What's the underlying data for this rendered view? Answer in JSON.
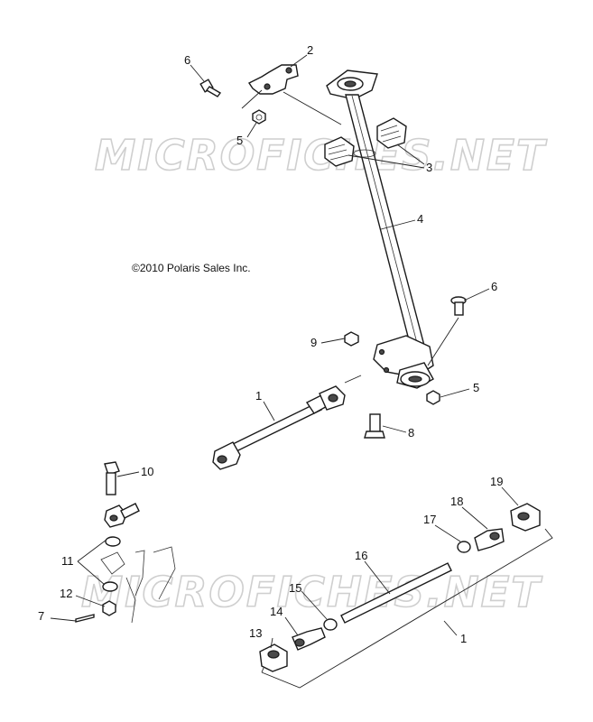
{
  "copyright": "©2010 Polaris Sales Inc.",
  "watermark": "MICROFICHES.NET",
  "callouts": {
    "c1a": "1",
    "c1b": "1",
    "c2": "2",
    "c3": "3",
    "c4": "4",
    "c5a": "5",
    "c5b": "5",
    "c6a": "6",
    "c6b": "6",
    "c7": "7",
    "c8": "8",
    "c9": "9",
    "c10": "10",
    "c11": "11",
    "c12": "12",
    "c13": "13",
    "c14": "14",
    "c15": "15",
    "c16": "16",
    "c17": "17",
    "c18": "18",
    "c19": "19"
  }
}
